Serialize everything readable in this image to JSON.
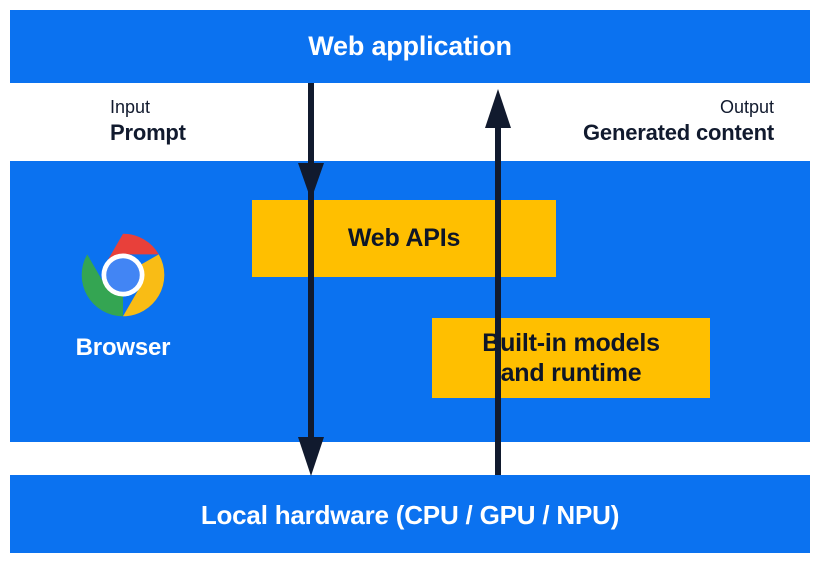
{
  "diagram": {
    "title": "Built-in AI architecture",
    "colors": {
      "blue": "#0B72F0",
      "yellow": "#FFBF00",
      "navy": "#111A2E",
      "white": "#FFFFFF"
    },
    "layers": {
      "top_band": {
        "label": "Web application"
      },
      "bottom_band": {
        "label": "Local hardware (CPU / GPU / NPU)"
      }
    },
    "browser": {
      "label": "Browser",
      "icon": "chrome-logo-icon"
    },
    "boxes": [
      {
        "id": "web-apis",
        "label": "Web APIs"
      },
      {
        "id": "builtin-models",
        "label": "Built-in models\nand runtime",
        "line1": "Built-in models",
        "line2": "and runtime"
      }
    ],
    "captions": {
      "input": {
        "kicker": "Input",
        "value": "Prompt"
      },
      "output": {
        "kicker": "Output",
        "value": "Generated content"
      }
    },
    "arrows": [
      {
        "id": "input-arrow",
        "direction": "down",
        "from": "Web application",
        "to": "Local hardware (CPU / GPU / NPU)"
      },
      {
        "id": "output-arrow",
        "direction": "up",
        "from": "Local hardware (CPU / GPU / NPU)",
        "to": "Web application"
      }
    ]
  }
}
